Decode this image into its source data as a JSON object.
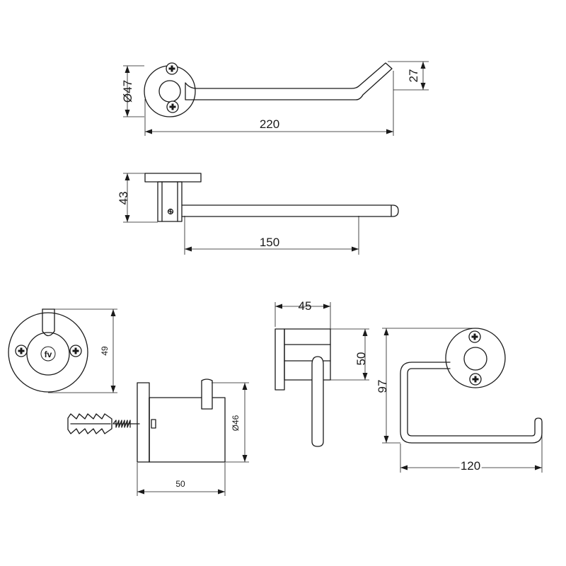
{
  "views": {
    "towel_bar_top": {
      "diameter_label": "Ø47",
      "height_label": "27",
      "length_label": "220"
    },
    "towel_bar_side": {
      "height_label": "43",
      "length_label": "150"
    },
    "hook_front": {
      "height_label": "49",
      "logo_text": "fv"
    },
    "hook_side": {
      "diameter_label": "Ø46",
      "depth_label": "50"
    },
    "paper_holder_side": {
      "width_label": "45",
      "height_label": "50"
    },
    "paper_holder_front": {
      "height_label": "97",
      "width_label": "120"
    }
  }
}
